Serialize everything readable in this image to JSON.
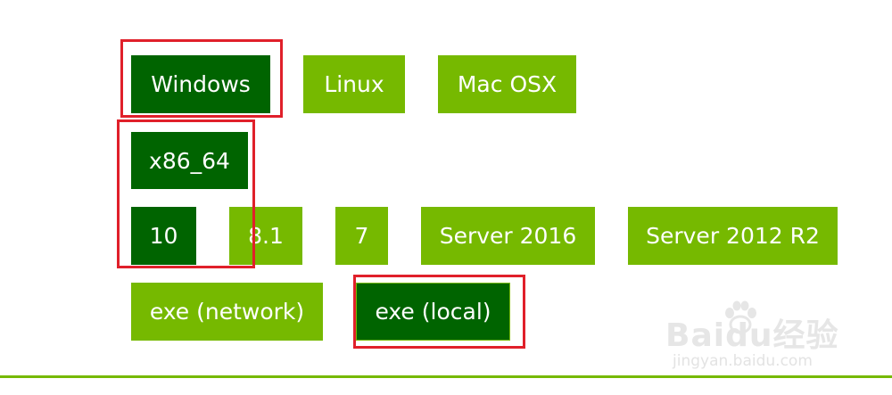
{
  "colors": {
    "option_bg": "#76b900",
    "option_selected_bg": "#006400",
    "option_text": "#ffffff",
    "highlight_border": "#e0202a",
    "divider": "#76b900"
  },
  "os_row": {
    "options": [
      "Windows",
      "Linux",
      "Mac OSX"
    ],
    "selected": "Windows"
  },
  "arch_row": {
    "options": [
      "x86_64"
    ],
    "selected": "x86_64"
  },
  "version_row": {
    "options": [
      "10",
      "8.1",
      "7",
      "Server 2016",
      "Server 2012 R2"
    ],
    "selected": "10"
  },
  "installer_row": {
    "options": [
      "exe (network)",
      "exe (local)"
    ],
    "selected": "exe (local)"
  },
  "watermark": {
    "logo": "Baidu经验",
    "url": "jingyan.baidu.com",
    "icon": "baidu-paw-icon"
  }
}
